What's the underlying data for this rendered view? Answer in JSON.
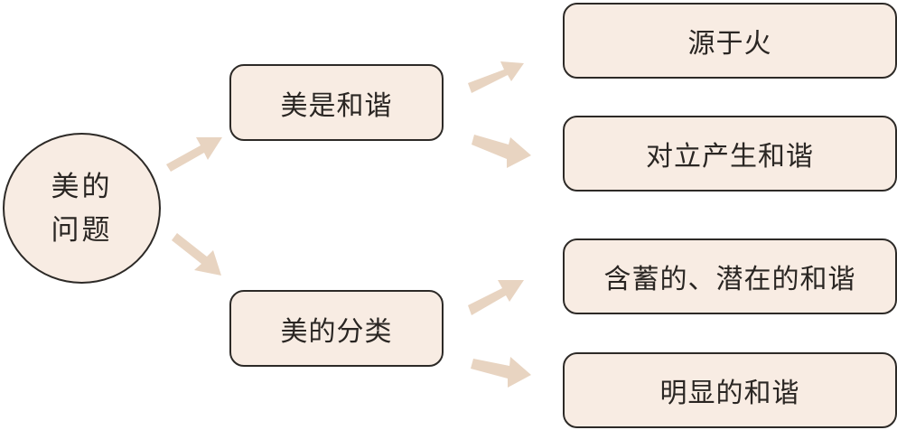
{
  "colors": {
    "node_fill": "#f8ece3",
    "node_border": "#2d2a27",
    "arrow": "#e8d4c1",
    "text": "#2a2623"
  },
  "root": {
    "line1": "美的",
    "line2": "问题"
  },
  "branches": [
    {
      "label": "美是和谐",
      "children": [
        {
          "label": "源于火"
        },
        {
          "label": "对立产生和谐"
        }
      ]
    },
    {
      "label": "美的分类",
      "children": [
        {
          "label": "含蓄的、潜在的和谐"
        },
        {
          "label": "明显的和谐"
        }
      ]
    }
  ]
}
